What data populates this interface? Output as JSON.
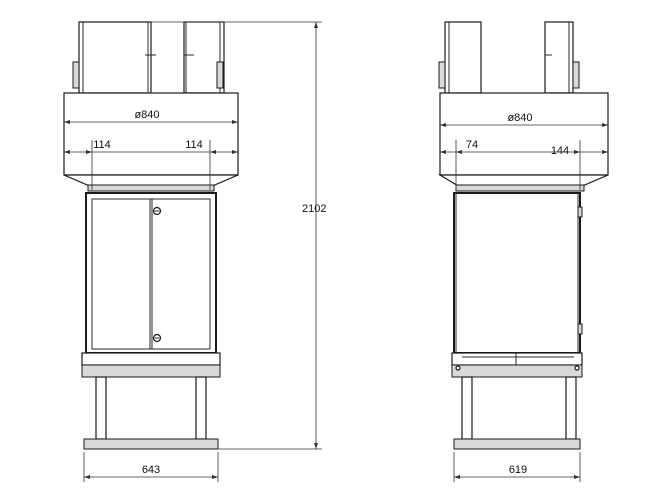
{
  "front_view": {
    "dim_diameter": "ø840",
    "dim_left_offset": "114",
    "dim_right_offset": "114",
    "dim_base_width": "643",
    "dim_total_height": "2102"
  },
  "side_view": {
    "dim_diameter": "ø840",
    "dim_left_offset": "74",
    "dim_right_offset": "144",
    "dim_base_width": "619"
  }
}
